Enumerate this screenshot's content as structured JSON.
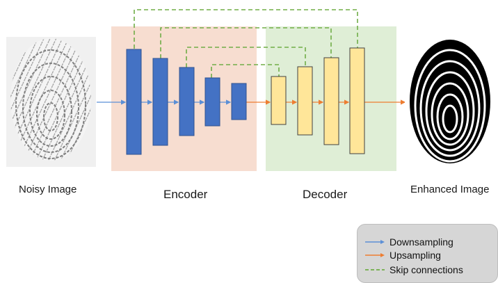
{
  "captions": {
    "noisy": "Noisy Image",
    "encoder": "Encoder",
    "decoder": "Decoder",
    "enhanced": "Enhanced Image"
  },
  "legend": {
    "downsampling": "Downsampling",
    "upsampling": "Upsampling",
    "skip": "Skip connections"
  },
  "colors": {
    "encoder_bg": "#f7ddd0",
    "decoder_bg": "#dfeed6",
    "encoder_block": "#4472c4",
    "decoder_block": "#ffe699",
    "down_arrow": "#5b8fd6",
    "up_arrow": "#ed7d31",
    "skip_line": "#70ad47"
  }
}
